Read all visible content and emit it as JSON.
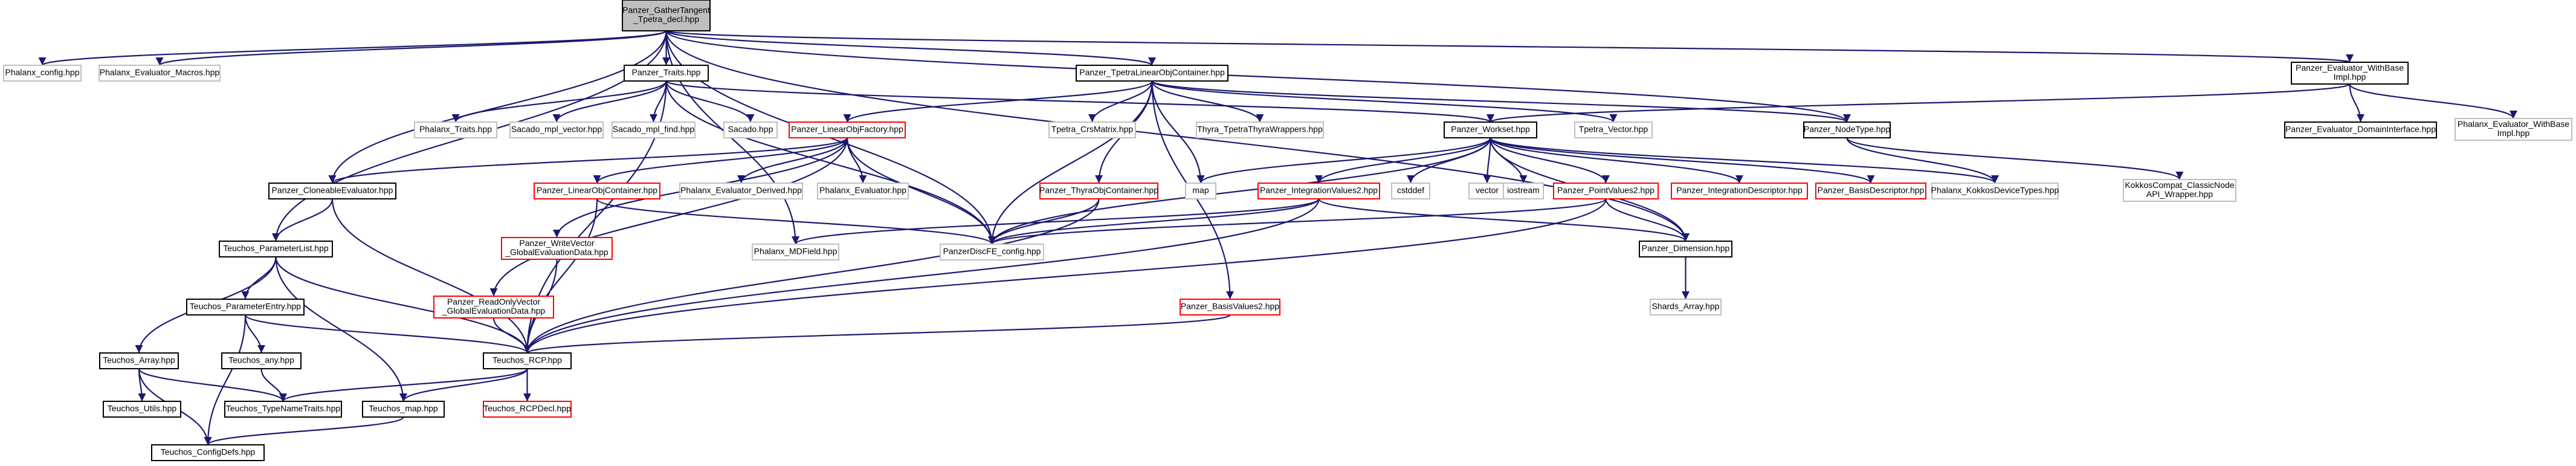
{
  "style": {
    "edge_color": "#191970",
    "border_default": "#000000",
    "border_red": "#ff0000",
    "border_gray": "#bfbfbf",
    "fill_root": "#bfbfbf",
    "fill_node": "#ffffff"
  },
  "nodes": [
    {
      "id": "root",
      "lines": [
        "Panzer_GatherTangent",
        "_Tpetra_decl.hpp"
      ],
      "border": "root"
    },
    {
      "id": "phalanx_config",
      "lines": [
        "Phalanx_config.hpp"
      ],
      "border": "gray"
    },
    {
      "id": "phalanx_eval_macros",
      "lines": [
        "Phalanx_Evaluator_Macros.hpp"
      ],
      "border": "gray"
    },
    {
      "id": "panzer_traits",
      "lines": [
        "Panzer_Traits.hpp"
      ],
      "border": "black"
    },
    {
      "id": "panzer_tplo",
      "lines": [
        "Panzer_TpetraLinearObjContainer.hpp"
      ],
      "border": "black"
    },
    {
      "id": "panzer_eval_wbi",
      "lines": [
        "Panzer_Evaluator_WithBase",
        "Impl.hpp"
      ],
      "border": "black"
    },
    {
      "id": "phalanx_traits",
      "lines": [
        "Phalanx_Traits.hpp"
      ],
      "border": "gray"
    },
    {
      "id": "sacado_mpl_vector",
      "lines": [
        "Sacado_mpl_vector.hpp"
      ],
      "border": "gray"
    },
    {
      "id": "sacado_mpl_find",
      "lines": [
        "Sacado_mpl_find.hpp"
      ],
      "border": "gray"
    },
    {
      "id": "sacado",
      "lines": [
        "Sacado.hpp"
      ],
      "border": "gray"
    },
    {
      "id": "panzer_lof",
      "lines": [
        "Panzer_LinearObjFactory.hpp"
      ],
      "border": "red"
    },
    {
      "id": "tpetra_crsmatrix",
      "lines": [
        "Tpetra_CrsMatrix.hpp"
      ],
      "border": "gray"
    },
    {
      "id": "thyra_tpetra",
      "lines": [
        "Thyra_TpetraThyraWrappers.hpp"
      ],
      "border": "gray"
    },
    {
      "id": "panzer_workset",
      "lines": [
        "Panzer_Workset.hpp"
      ],
      "border": "black"
    },
    {
      "id": "tpetra_vector",
      "lines": [
        "Tpetra_Vector.hpp"
      ],
      "border": "gray"
    },
    {
      "id": "panzer_nodetype",
      "lines": [
        "Panzer_NodeType.hpp"
      ],
      "border": "black"
    },
    {
      "id": "panzer_eval_dif",
      "lines": [
        "Panzer_Evaluator_DomainInterface.hpp"
      ],
      "border": "black"
    },
    {
      "id": "phalanx_eval_wbi",
      "lines": [
        "Phalanx_Evaluator_WithBase",
        "Impl.hpp"
      ],
      "border": "gray"
    },
    {
      "id": "panzer_cloneable",
      "lines": [
        "Panzer_CloneableEvaluator.hpp"
      ],
      "border": "black"
    },
    {
      "id": "panzer_loc",
      "lines": [
        "Panzer_LinearObjContainer.hpp"
      ],
      "border": "red"
    },
    {
      "id": "phalanx_eval_derived",
      "lines": [
        "Phalanx_Evaluator_Derived.hpp"
      ],
      "border": "gray"
    },
    {
      "id": "phalanx_evaluator",
      "lines": [
        "Phalanx_Evaluator.hpp"
      ],
      "border": "gray"
    },
    {
      "id": "panzer_thyraobj",
      "lines": [
        "Panzer_ThyraObjContainer.hpp"
      ],
      "border": "red"
    },
    {
      "id": "map",
      "lines": [
        "map"
      ],
      "border": "gray"
    },
    {
      "id": "panzer_iv2",
      "lines": [
        "Panzer_IntegrationValues2.hpp"
      ],
      "border": "red"
    },
    {
      "id": "cstddef",
      "lines": [
        "cstddef"
      ],
      "border": "gray"
    },
    {
      "id": "vector",
      "lines": [
        "vector"
      ],
      "border": "gray"
    },
    {
      "id": "iostream",
      "lines": [
        "iostream"
      ],
      "border": "gray"
    },
    {
      "id": "panzer_pv2",
      "lines": [
        "Panzer_PointValues2.hpp"
      ],
      "border": "red"
    },
    {
      "id": "panzer_intdesc",
      "lines": [
        "Panzer_IntegrationDescriptor.hpp"
      ],
      "border": "red"
    },
    {
      "id": "panzer_basisdesc",
      "lines": [
        "Panzer_BasisDescriptor.hpp"
      ],
      "border": "red"
    },
    {
      "id": "phalanx_kokkos",
      "lines": [
        "Phalanx_KokkosDeviceTypes.hpp"
      ],
      "border": "gray"
    },
    {
      "id": "kokkoscompat",
      "lines": [
        "KokkosCompat_ClassicNode",
        "API_Wrapper.hpp"
      ],
      "border": "gray"
    },
    {
      "id": "teuchos_plist",
      "lines": [
        "Teuchos_ParameterList.hpp"
      ],
      "border": "black"
    },
    {
      "id": "panzer_wv",
      "lines": [
        "Panzer_WriteVector",
        "_GlobalEvaluationData.hpp"
      ],
      "border": "red"
    },
    {
      "id": "phalanx_mdfield",
      "lines": [
        "Phalanx_MDField.hpp"
      ],
      "border": "gray"
    },
    {
      "id": "panzer_discfe",
      "lines": [
        "PanzerDiscFE_config.hpp"
      ],
      "border": "gray"
    },
    {
      "id": "panzer_dimension",
      "lines": [
        "Panzer_Dimension.hpp"
      ],
      "border": "black"
    },
    {
      "id": "teuchos_pentry",
      "lines": [
        "Teuchos_ParameterEntry.hpp"
      ],
      "border": "black"
    },
    {
      "id": "panzer_rov",
      "lines": [
        "Panzer_ReadOnlyVector",
        "_GlobalEvaluationData.hpp"
      ],
      "border": "red"
    },
    {
      "id": "panzer_bv2",
      "lines": [
        "Panzer_BasisValues2.hpp"
      ],
      "border": "red"
    },
    {
      "id": "shards_array",
      "lines": [
        "Shards_Array.hpp"
      ],
      "border": "gray"
    },
    {
      "id": "teuchos_array",
      "lines": [
        "Teuchos_Array.hpp"
      ],
      "border": "black"
    },
    {
      "id": "teuchos_any",
      "lines": [
        "Teuchos_any.hpp"
      ],
      "border": "black"
    },
    {
      "id": "teuchos_rcp",
      "lines": [
        "Teuchos_RCP.hpp"
      ],
      "border": "black"
    },
    {
      "id": "teuchos_utils",
      "lines": [
        "Teuchos_Utils.hpp"
      ],
      "border": "black"
    },
    {
      "id": "teuchos_tnt",
      "lines": [
        "Teuchos_TypeNameTraits.hpp"
      ],
      "border": "black"
    },
    {
      "id": "teuchos_map",
      "lines": [
        "Teuchos_map.hpp"
      ],
      "border": "black"
    },
    {
      "id": "teuchos_rcpdecl",
      "lines": [
        "Teuchos_RCPDecl.hpp"
      ],
      "border": "red"
    },
    {
      "id": "teuchos_configdefs",
      "lines": [
        "Teuchos_ConfigDefs.hpp"
      ],
      "border": "black"
    }
  ],
  "edges": [
    [
      "root",
      "phalanx_config"
    ],
    [
      "root",
      "phalanx_eval_macros"
    ],
    [
      "root",
      "panzer_traits"
    ],
    [
      "root",
      "panzer_tplo"
    ],
    [
      "root",
      "panzer_eval_wbi"
    ],
    [
      "root",
      "panzer_cloneable"
    ],
    [
      "root",
      "teuchos_plist"
    ],
    [
      "root",
      "phalanx_mdfield"
    ],
    [
      "root",
      "panzer_discfe"
    ],
    [
      "root",
      "panzer_nodetype"
    ],
    [
      "root",
      "panzer_dimension"
    ],
    [
      "panzer_traits",
      "phalanx_traits"
    ],
    [
      "panzer_traits",
      "sacado_mpl_vector"
    ],
    [
      "panzer_traits",
      "sacado_mpl_find"
    ],
    [
      "panzer_traits",
      "sacado"
    ],
    [
      "panzer_traits",
      "panzer_workset"
    ],
    [
      "panzer_traits",
      "panzer_discfe"
    ],
    [
      "panzer_traits",
      "teuchos_rcp"
    ],
    [
      "panzer_tplo",
      "panzer_lof"
    ],
    [
      "panzer_tplo",
      "tpetra_crsmatrix"
    ],
    [
      "panzer_tplo",
      "thyra_tpetra"
    ],
    [
      "panzer_tplo",
      "tpetra_vector"
    ],
    [
      "panzer_tplo",
      "panzer_nodetype"
    ],
    [
      "panzer_tplo",
      "panzer_thyraobj"
    ],
    [
      "panzer_tplo",
      "map"
    ],
    [
      "panzer_tplo",
      "panzer_bv2"
    ],
    [
      "panzer_tplo",
      "panzer_discfe"
    ],
    [
      "panzer_eval_wbi",
      "panzer_workset"
    ],
    [
      "panzer_eval_wbi",
      "panzer_eval_dif"
    ],
    [
      "panzer_eval_wbi",
      "phalanx_eval_wbi"
    ],
    [
      "panzer_lof",
      "panzer_cloneable"
    ],
    [
      "panzer_lof",
      "panzer_loc"
    ],
    [
      "panzer_lof",
      "phalanx_eval_derived"
    ],
    [
      "panzer_lof",
      "phalanx_evaluator"
    ],
    [
      "panzer_lof",
      "panzer_wv"
    ],
    [
      "panzer_lof",
      "panzer_rov"
    ],
    [
      "panzer_lof",
      "panzer_discfe"
    ],
    [
      "panzer_workset",
      "map"
    ],
    [
      "panzer_workset",
      "panzer_iv2"
    ],
    [
      "panzer_workset",
      "cstddef"
    ],
    [
      "panzer_workset",
      "vector"
    ],
    [
      "panzer_workset",
      "iostream"
    ],
    [
      "panzer_workset",
      "panzer_pv2"
    ],
    [
      "panzer_workset",
      "panzer_intdesc"
    ],
    [
      "panzer_workset",
      "panzer_basisdesc"
    ],
    [
      "panzer_workset",
      "phalanx_kokkos"
    ],
    [
      "panzer_workset",
      "panzer_dimension"
    ],
    [
      "panzer_workset",
      "panzer_discfe"
    ],
    [
      "panzer_nodetype",
      "phalanx_kokkos"
    ],
    [
      "panzer_nodetype",
      "kokkoscompat"
    ],
    [
      "panzer_cloneable",
      "teuchos_plist"
    ],
    [
      "panzer_cloneable",
      "teuchos_rcp"
    ],
    [
      "panzer_loc",
      "panzer_discfe"
    ],
    [
      "panzer_loc",
      "teuchos_rcp"
    ],
    [
      "panzer_thyraobj",
      "panzer_discfe"
    ],
    [
      "panzer_thyraobj",
      "teuchos_rcp"
    ],
    [
      "panzer_iv2",
      "phalanx_mdfield"
    ],
    [
      "panzer_iv2",
      "panzer_discfe"
    ],
    [
      "panzer_iv2",
      "panzer_dimension"
    ],
    [
      "panzer_iv2",
      "teuchos_rcp"
    ],
    [
      "panzer_pv2",
      "panzer_discfe"
    ],
    [
      "panzer_pv2",
      "panzer_dimension"
    ],
    [
      "panzer_pv2",
      "teuchos_rcp"
    ],
    [
      "teuchos_plist",
      "teuchos_pentry"
    ],
    [
      "teuchos_plist",
      "teuchos_array"
    ],
    [
      "teuchos_plist",
      "teuchos_map"
    ],
    [
      "teuchos_plist",
      "teuchos_rcp"
    ],
    [
      "panzer_wv",
      "teuchos_rcp"
    ],
    [
      "panzer_rov",
      "teuchos_rcp"
    ],
    [
      "panzer_bv2",
      "teuchos_rcp"
    ],
    [
      "panzer_dimension",
      "shards_array"
    ],
    [
      "teuchos_pentry",
      "teuchos_any"
    ],
    [
      "teuchos_pentry",
      "teuchos_rcp"
    ],
    [
      "teuchos_pentry",
      "teuchos_configdefs"
    ],
    [
      "teuchos_any",
      "teuchos_tnt"
    ],
    [
      "teuchos_array",
      "teuchos_utils"
    ],
    [
      "teuchos_array",
      "teuchos_tnt"
    ],
    [
      "teuchos_array",
      "teuchos_configdefs"
    ],
    [
      "teuchos_rcp",
      "teuchos_tnt"
    ],
    [
      "teuchos_rcp",
      "teuchos_map"
    ],
    [
      "teuchos_rcp",
      "teuchos_rcpdecl"
    ],
    [
      "teuchos_map",
      "teuchos_configdefs"
    ]
  ]
}
